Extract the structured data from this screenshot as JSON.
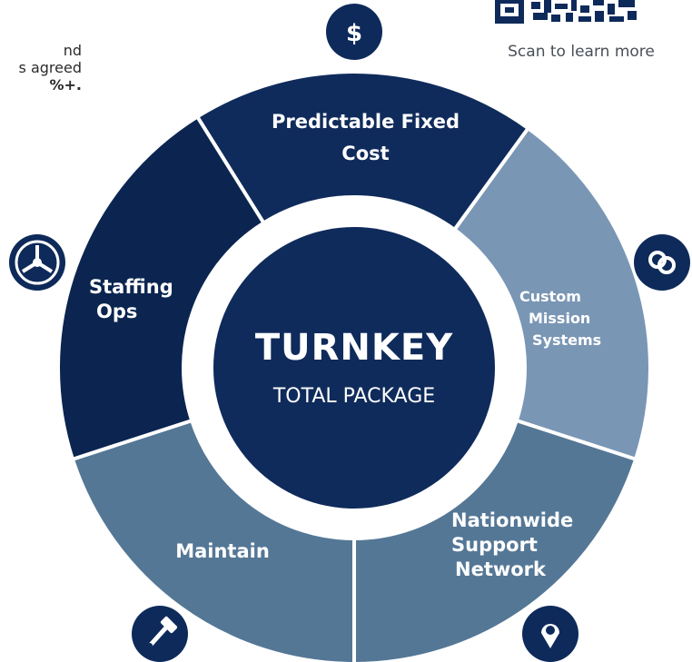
{
  "left_text": {
    "line1": "nd",
    "line2": "s agreed",
    "line3": "%+."
  },
  "qr": {
    "caption": "Scan to learn more"
  },
  "center": {
    "title": "TURNKEY",
    "subtitle": "TOTAL PACKAGE"
  },
  "segments": [
    {
      "name": "predictable-fixed-cost",
      "line1": "Predictable Fixed",
      "line2": "Cost",
      "color": "#0f2b5b",
      "icon": "dollar-icon"
    },
    {
      "name": "custom-mission-systems",
      "line1": "Custom",
      "line2": "Mission",
      "line3": "Systems",
      "color": "#7a96b5",
      "icon": "linked-circles-icon"
    },
    {
      "name": "nationwide-support-network",
      "line1": "Nationwide",
      "line2": "Support",
      "line3": "Network",
      "color": "#557796",
      "icon": "location-pin-icon"
    },
    {
      "name": "maintain",
      "line1": "Maintain",
      "color": "#557796",
      "icon": "wrench-icon"
    },
    {
      "name": "staffing-ops",
      "line1": "Staffing",
      "line2": "Ops",
      "color": "#0b2550",
      "icon": "steering-wheel-icon"
    }
  ],
  "colors": {
    "hub": "#0f2b5b",
    "icon_bg": "#0e2a5a",
    "divider": "#ffffff"
  }
}
